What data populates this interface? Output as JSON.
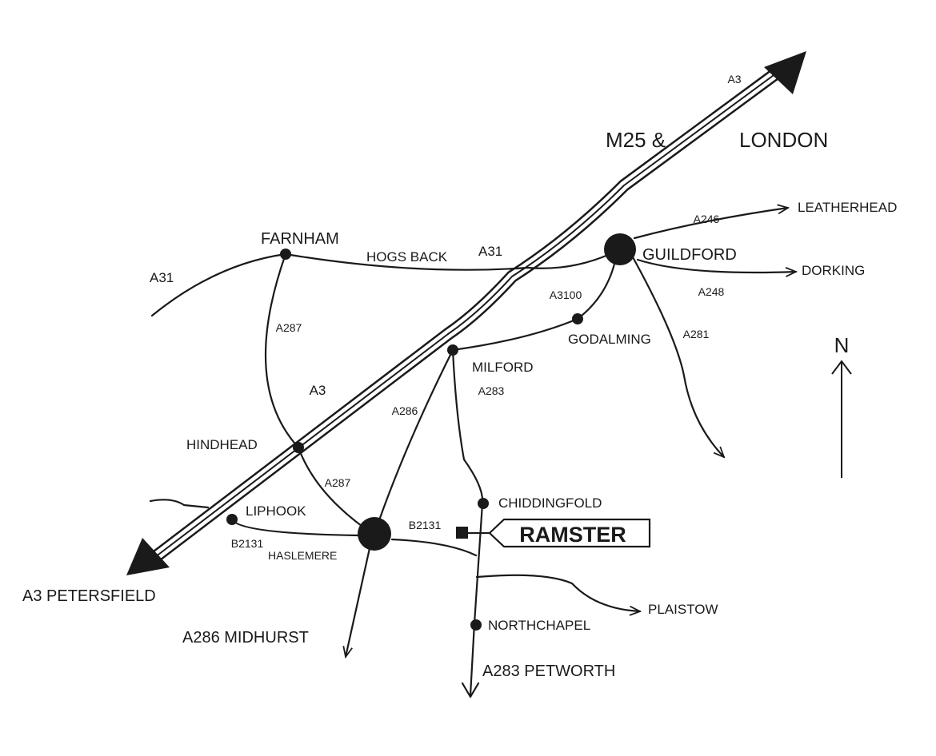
{
  "map": {
    "road_labels": {
      "a3_top": "A3",
      "a3_mid": "A3",
      "a31_west": "A31",
      "a31_east": "A31",
      "a287_north": "A287",
      "a287_south": "A287",
      "a246": "A246",
      "a248": "A248",
      "a3100": "A3100",
      "a281": "A281",
      "a286": "A286",
      "a283": "A283",
      "b2131_west": "B2131",
      "b2131_east": "B2131"
    },
    "places": {
      "m25": "M25 &",
      "london": "LONDON",
      "farnham": "FARNHAM",
      "hogs_back": "HOGS BACK",
      "guildford": "GUILDFORD",
      "leatherhead": "LEATHERHEAD",
      "dorking": "DORKING",
      "godalming": "GODALMING",
      "milford": "MILFORD",
      "hindhead": "HINDHEAD",
      "liphook": "LIPHOOK",
      "haslemere": "HASLEMERE",
      "chiddingfold": "CHIDDINGFOLD",
      "plaistow": "PLAISTOW",
      "northchapel": "NORTHCHAPEL"
    },
    "destinations": {
      "petersfield": "A3 PETERSFIELD",
      "midhurst": "A286 MIDHURST",
      "petworth": "A283 PETWORTH"
    },
    "ramster": "RAMSTER",
    "north": "N"
  }
}
